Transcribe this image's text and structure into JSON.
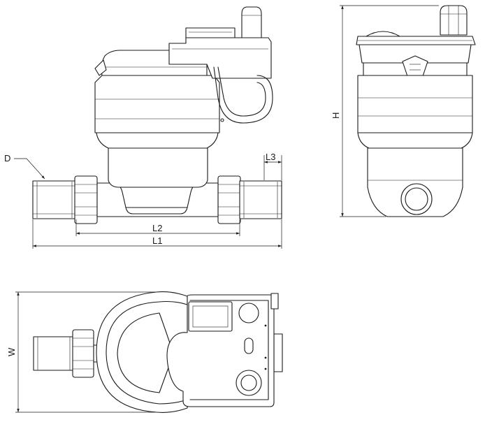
{
  "labels": {
    "d": "D",
    "l1": "L1",
    "l2": "L2",
    "l3": "L3",
    "h": "H",
    "w": "W"
  }
}
